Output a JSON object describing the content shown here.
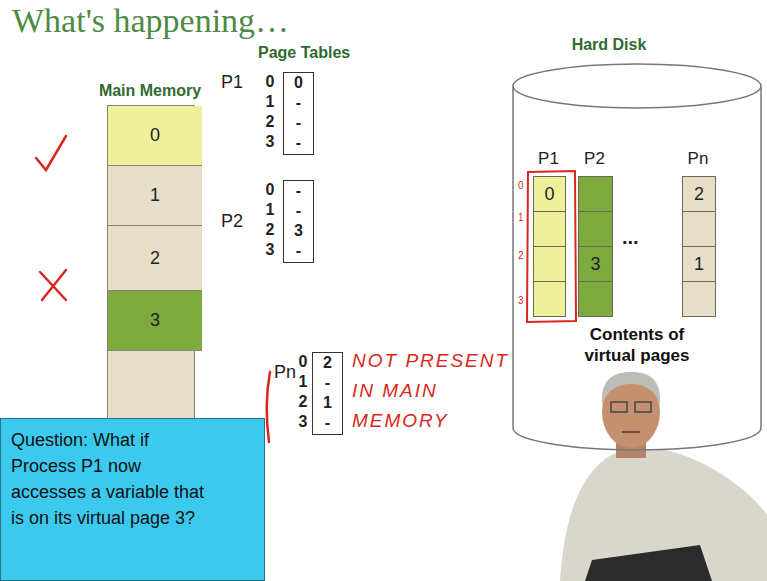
{
  "diagram": {
    "title": "What's happening…",
    "nodes": [
      {
        "text": [
          "Main Memory"
        ]
      },
      {
        "text": [
          "0"
        ],
        "in": 0
      },
      {
        "text": [
          "1"
        ],
        "in": 0
      },
      {
        "text": [
          "2"
        ],
        "in": 0
      },
      {
        "text": [
          "3"
        ],
        "in": 0
      },
      {
        "text": [
          "0",
          "-",
          "-",
          "-"
        ]
      },
      {
        "text": [
          "-",
          "-",
          "3",
          "-"
        ]
      },
      {
        "text": [
          "2",
          "-",
          "1",
          "-"
        ]
      },
      {
        "text": [
          "Hard Disk",
          "Contents of virtual pages"
        ]
      },
      {
        "text": [
          "P1",
          "0"
        ],
        "in": 8
      },
      {
        "text": [
          "P2",
          "3"
        ],
        "in": 8
      },
      {
        "text": [
          "Pn",
          "2",
          "1"
        ],
        "in": 8
      },
      {
        "text": [
          "Question: What if Process P1 now accesses a variable that is on its virtual page 3?"
        ]
      }
    ],
    "labels": [
      "Page Tables",
      "P1",
      "0",
      "1",
      "2",
      "3",
      "P2",
      "0",
      "1",
      "2",
      "3",
      "Pn",
      "0",
      "1",
      "2",
      "3",
      "...",
      "0",
      "1",
      "2",
      "3",
      "NOT PRESENT IN MAIN MEMORY"
    ]
  }
}
